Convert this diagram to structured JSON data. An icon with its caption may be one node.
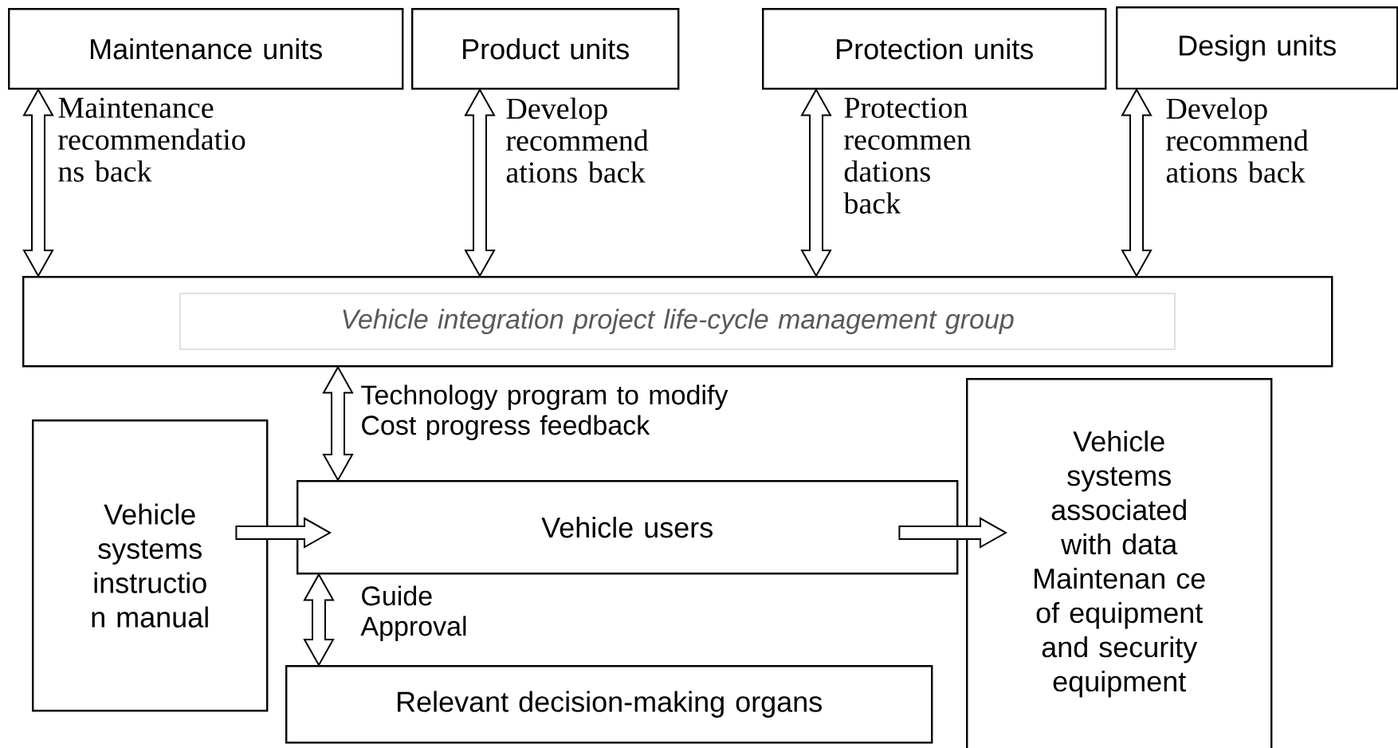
{
  "diagram": {
    "nodes": [
      {
        "text": [
          "Maintenance units"
        ]
      },
      {
        "text": [
          "Product units"
        ]
      },
      {
        "text": [
          "Protection units"
        ]
      },
      {
        "text": [
          "Design units"
        ]
      },
      {
        "text": [
          "Vehicle integration project life-cycle management group"
        ]
      },
      {
        "text": [
          "Vehicle systems instructio n manual"
        ]
      },
      {
        "text": [
          "Vehicle users"
        ]
      },
      {
        "text": [
          "Relevant decision-making organs"
        ]
      },
      {
        "text": [
          "Vehicle systems associated with data Maintenan ce of equipment and security equipment"
        ]
      }
    ],
    "edges": [
      {
        "from": 0,
        "to": 4,
        "arrow": "both",
        "label": "Maintenance recommendatio ns back"
      },
      {
        "from": 1,
        "to": 4,
        "arrow": "both",
        "label": "Develop recommend ations back"
      },
      {
        "from": 2,
        "to": 4,
        "arrow": "both",
        "label": "Protection recommen dations back"
      },
      {
        "from": 3,
        "to": 4,
        "arrow": "both",
        "label": "Develop recommend ations back"
      },
      {
        "from": 4,
        "to": 6,
        "arrow": "both",
        "label": "Technology program to modify Cost progress feedback"
      },
      {
        "from": 5,
        "to": 6,
        "arrow": "to"
      },
      {
        "from": 6,
        "to": 8,
        "arrow": "to"
      },
      {
        "from": 6,
        "to": 7,
        "arrow": "both",
        "label": "Guide Approval"
      }
    ]
  }
}
